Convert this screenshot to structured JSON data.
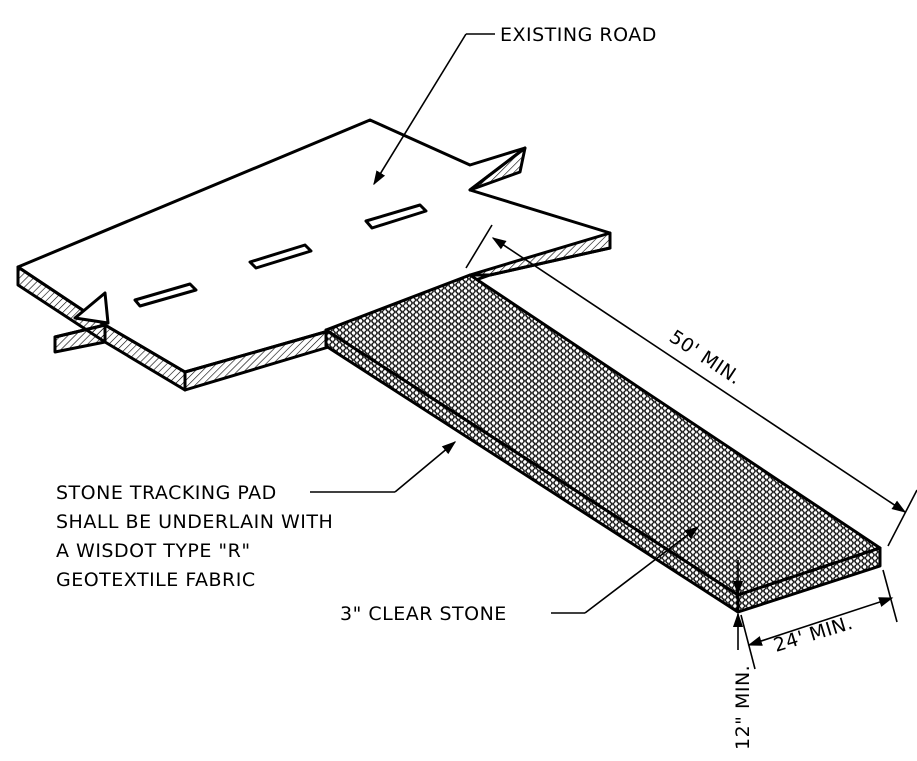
{
  "labels": {
    "existing_road": "EXISTING ROAD",
    "pad_note": [
      "STONE TRACKING PAD",
      "SHALL BE UNDERLAIN WITH",
      "A WISDOT TYPE \"R\"",
      "GEOTEXTILE FABRIC"
    ],
    "clear_stone": "3\" CLEAR STONE",
    "length_dim": "50' MIN.",
    "width_dim": "24' MIN.",
    "depth_dim": "12\" MIN."
  }
}
